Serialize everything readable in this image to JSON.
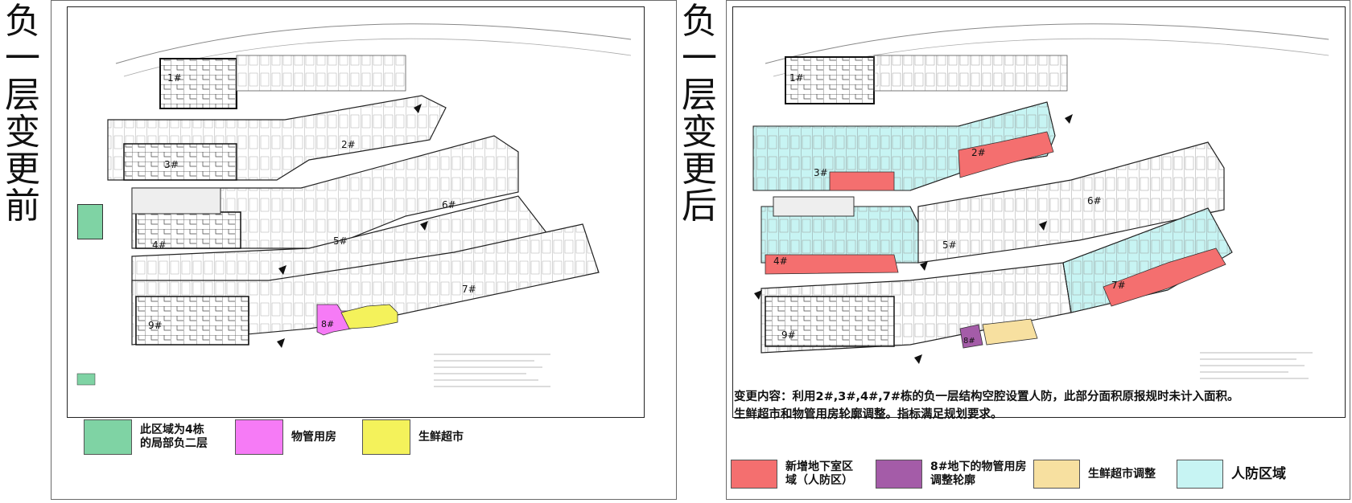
{
  "before": {
    "title_chars": [
      "负",
      "一",
      "层",
      "变",
      "更",
      "前"
    ],
    "legend": [
      {
        "label": "此区域为4栋\n的局部负二层",
        "color": "#7fd3a4"
      },
      {
        "label": "物管用房",
        "color": "#f67bf6"
      },
      {
        "label": "生鲜超市",
        "color": "#f4f25b"
      }
    ]
  },
  "after": {
    "title_chars": [
      "负",
      "一",
      "层",
      "变",
      "更",
      "后"
    ],
    "note_lines": [
      "变更内容：利用2#,3#,4#,7#栋的负一层结构空腔设置人防，此部分面积原报规时未计入面积。",
      "生鲜超市和物管用房轮廓调整。指标满足规划要求。"
    ],
    "legend": [
      {
        "label": "新增地下室区\n域（人防区）",
        "color": "#f46f6f"
      },
      {
        "label": "8#地下的物管用房\n调整轮廓",
        "color": "#a45ca8"
      },
      {
        "label": "生鲜超市调整",
        "color": "#f7e0a0"
      },
      {
        "label": "人防区域",
        "color": "#c7f4f3"
      }
    ]
  },
  "colors": {
    "green_zone": "#7fd3a4",
    "magenta_zone": "#f67bf6",
    "yellow_zone": "#f4f25b",
    "red_zone": "#f46f6f",
    "purple_zone": "#a45ca8",
    "beige_zone": "#f7e0a0",
    "cyan_zone": "#c7f4f3"
  }
}
